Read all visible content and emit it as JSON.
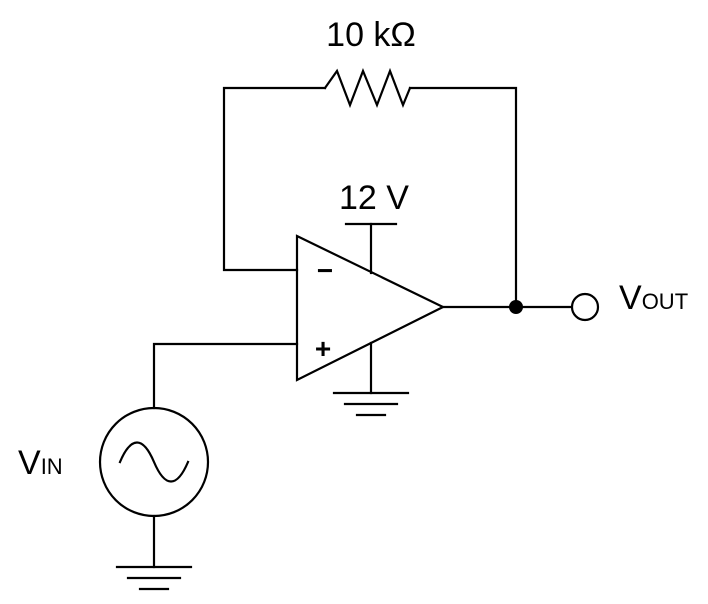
{
  "resistor": {
    "value": "10 kΩ"
  },
  "supply": {
    "value": "12 V"
  },
  "opamp": {
    "inverting_sign": "−",
    "noninverting_sign": "+"
  },
  "output": {
    "main": "V",
    "sub": "OUT"
  },
  "input": {
    "main": "V",
    "sub": "IN"
  },
  "colors": {
    "ink": "#000000",
    "background": "#ffffff"
  }
}
